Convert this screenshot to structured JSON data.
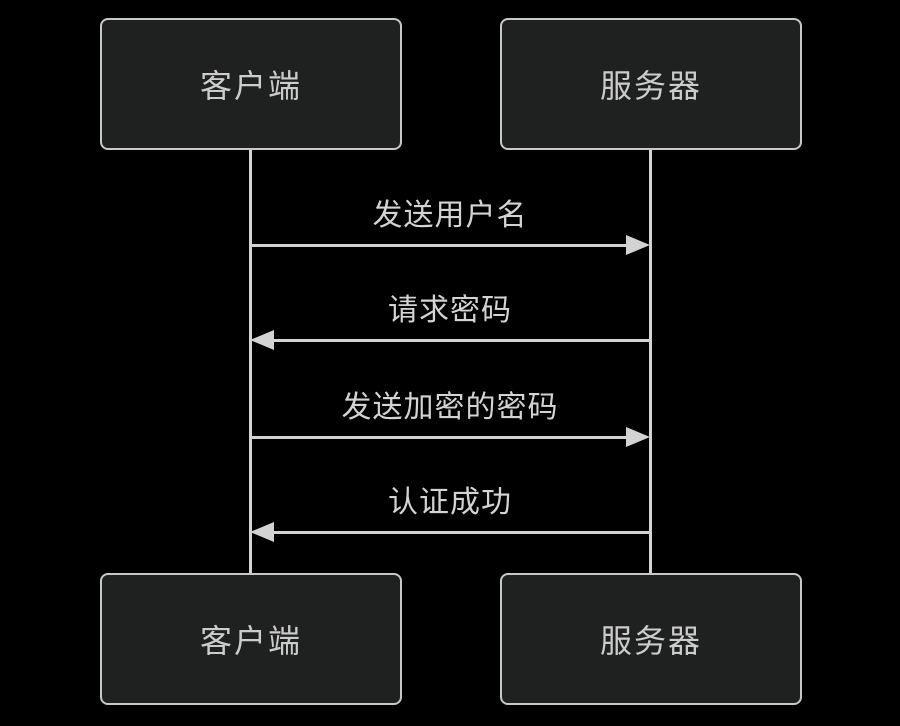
{
  "diagram": {
    "type": "sequence-diagram",
    "theme": {
      "background": "#000000",
      "actor_fill": "#1f2020",
      "actor_border": "#c8c8c8",
      "actor_text_color": "#cccccc",
      "line_color": "#d3d3d3",
      "message_text_color": "#d3d3d3"
    },
    "actors": [
      {
        "id": "client",
        "label": "客户端"
      },
      {
        "id": "server",
        "label": "服务器"
      }
    ],
    "messages": [
      {
        "from": "客户端",
        "to": "服务器",
        "label": "发送用户名",
        "direction": "right",
        "line_style": "solid"
      },
      {
        "from": "服务器",
        "to": "客户端",
        "label": "请求密码",
        "direction": "left",
        "line_style": "solid"
      },
      {
        "from": "客户端",
        "to": "服务器",
        "label": "发送加密的密码",
        "direction": "right",
        "line_style": "solid"
      },
      {
        "from": "服务器",
        "to": "客户端",
        "label": "认证成功",
        "direction": "left",
        "line_style": "solid"
      }
    ]
  }
}
